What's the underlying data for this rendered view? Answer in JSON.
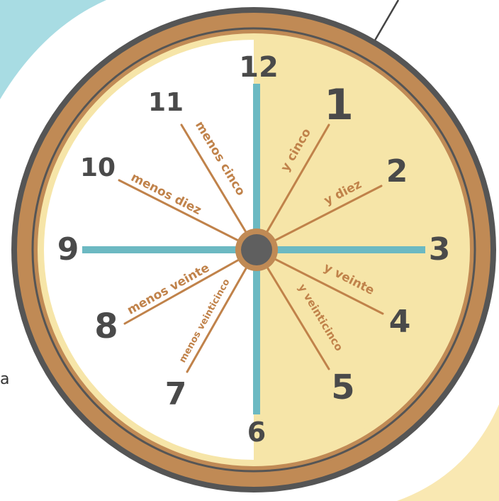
{
  "colors": {
    "background": "#ffffff",
    "teal_corner": "#a8dce3",
    "cream_corner": "#f9e8b2",
    "frame_brown": "#c08a55",
    "frame_dark": "#555555",
    "face_white": "#ffffff",
    "face_yellow": "#f6e5a8",
    "hand_teal": "#6cb9c2",
    "spoke_brown": "#c0824a",
    "hub": "#5f5f5f",
    "numeral": "#4a4a4a"
  },
  "numerals": [
    "12",
    "1",
    "2",
    "3",
    "4",
    "5",
    "6",
    "7",
    "8",
    "9",
    "10",
    "11"
  ],
  "phrases": {
    "y_cinco": "y cinco",
    "y_diez": "y diez",
    "y_veinte": "y veinte",
    "y_veinticinco": "y veinticinco",
    "menos_veinticinco": "menos veinticinco",
    "menos_veinte": "menos veinte",
    "menos_diez": "menos diez",
    "menos_cinco": "menos cinco"
  },
  "stray_letter": "a"
}
